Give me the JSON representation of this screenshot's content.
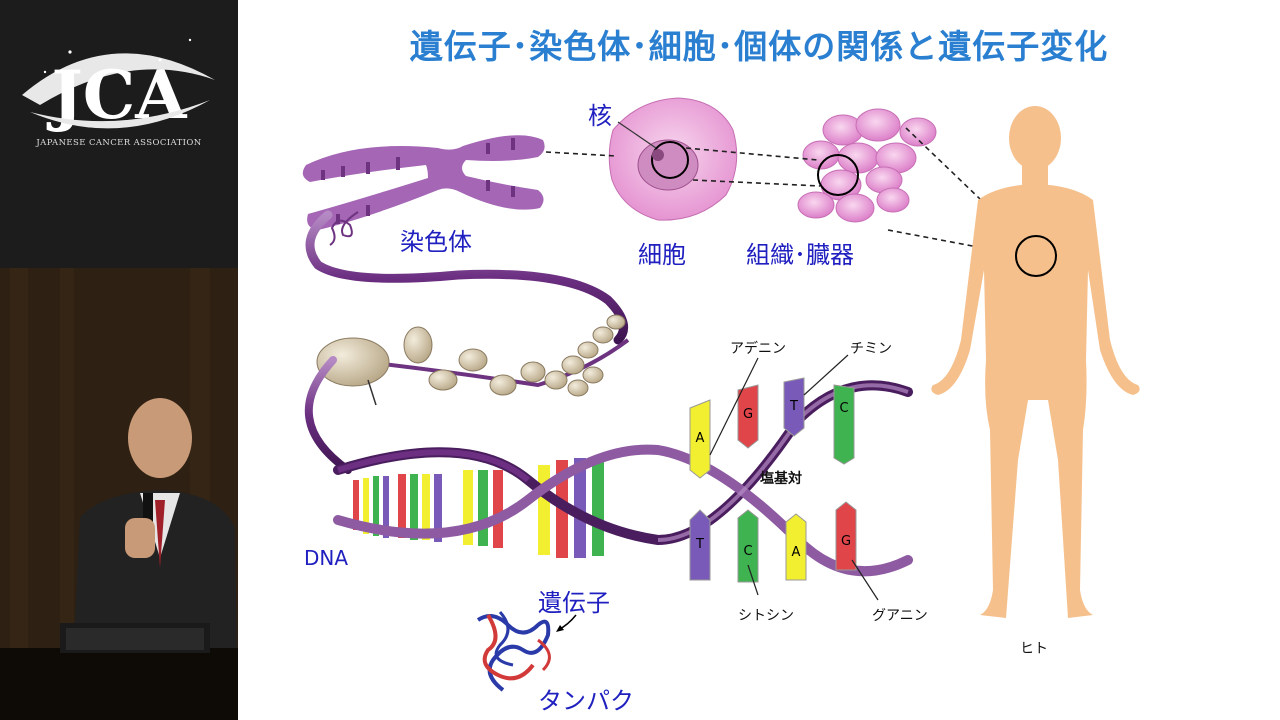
{
  "logo": {
    "text": "JCA",
    "subtitle": "JAPANESE CANCER ASSOCIATION"
  },
  "slide": {
    "title": "遺伝子･染色体･細胞･個体の関係と遺伝子変化",
    "labels": {
      "nucleus": "核",
      "chromosome": "染色体",
      "cell": "細胞",
      "tissue": "組織･臓器",
      "dna": "DNA",
      "gene": "遺伝子",
      "protein": "タンパク",
      "base_pair": "塩基対",
      "adenine": "アデニン",
      "thymine": "チミン",
      "cytosine": "シトシン",
      "guanine": "グアニン",
      "human": "ヒト"
    },
    "bases_top": [
      "A",
      "G",
      "T",
      "C"
    ],
    "bases_bottom": [
      "T",
      "C",
      "A",
      "G"
    ],
    "colors": {
      "title": "#2a7fd1",
      "label_blue": "#2020c0",
      "adenine": "#f2ee30",
      "guanine": "#e0454a",
      "thymine": "#7a5ab8",
      "cytosine": "#3fb34f",
      "helix": "#7a3f8f",
      "skin": "#f5c08c"
    }
  }
}
